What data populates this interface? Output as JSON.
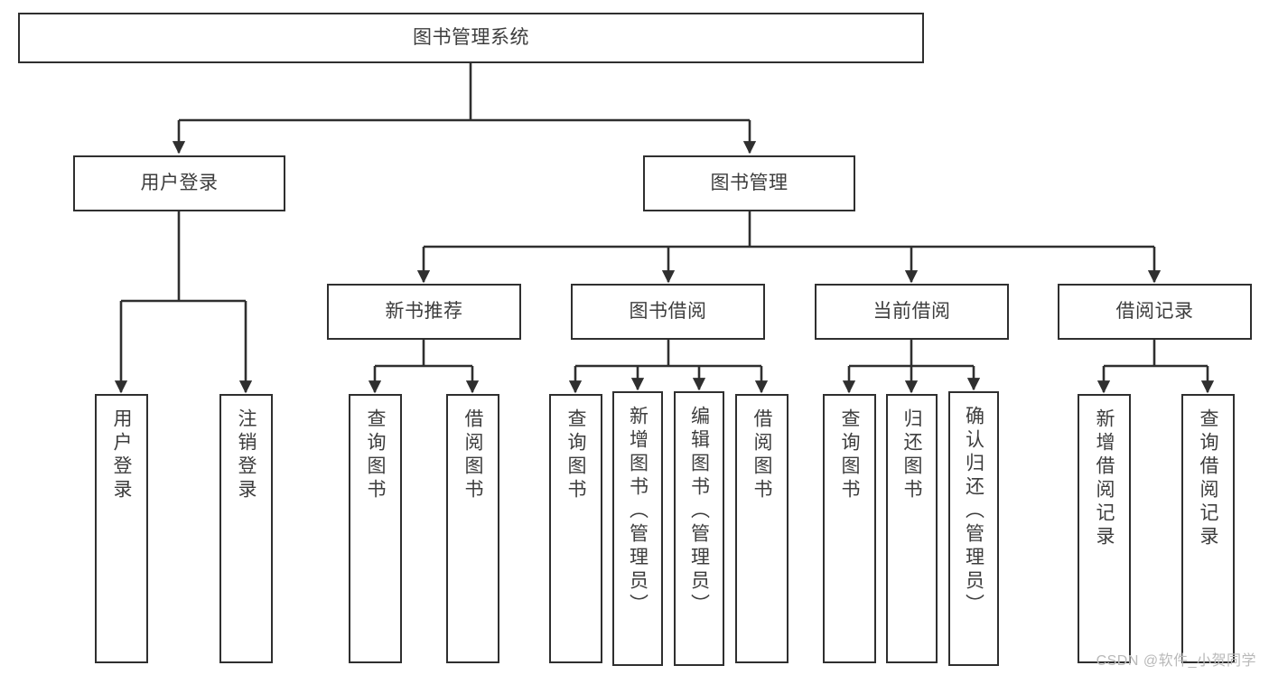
{
  "diagram": {
    "type": "tree-hierarchy",
    "title": "图书管理系统",
    "watermark": "CSDN @软件_小贺同学",
    "colors": {
      "box_border": "#2f2f2f",
      "box_fill": "#ffffff",
      "text": "#3d3d3d",
      "connector": "#2f2f2f",
      "watermark": "#b9b9b9",
      "background": "#ffffff"
    },
    "root": {
      "label": "图书管理系统"
    },
    "level2": [
      {
        "label": "用户登录"
      },
      {
        "label": "图书管理"
      }
    ],
    "level3": [
      {
        "label": "新书推荐"
      },
      {
        "label": "图书借阅"
      },
      {
        "label": "当前借阅"
      },
      {
        "label": "借阅记录"
      }
    ],
    "leaves": {
      "user_login": [
        {
          "label": "用户登录"
        },
        {
          "label": "注销登录"
        }
      ],
      "new_book_recommend": [
        {
          "label": "查询图书"
        },
        {
          "label": "借阅图书"
        }
      ],
      "book_borrow": [
        {
          "label": "查询图书"
        },
        {
          "label": "新增图书（管理员）"
        },
        {
          "label": "编辑图书（管理员）"
        },
        {
          "label": "借阅图书"
        }
      ],
      "current_borrow": [
        {
          "label": "查询图书"
        },
        {
          "label": "归还图书"
        },
        {
          "label": "确认归还（管理员）"
        }
      ],
      "borrow_record": [
        {
          "label": "新增借阅记录"
        },
        {
          "label": "查询借阅记录"
        }
      ]
    }
  }
}
